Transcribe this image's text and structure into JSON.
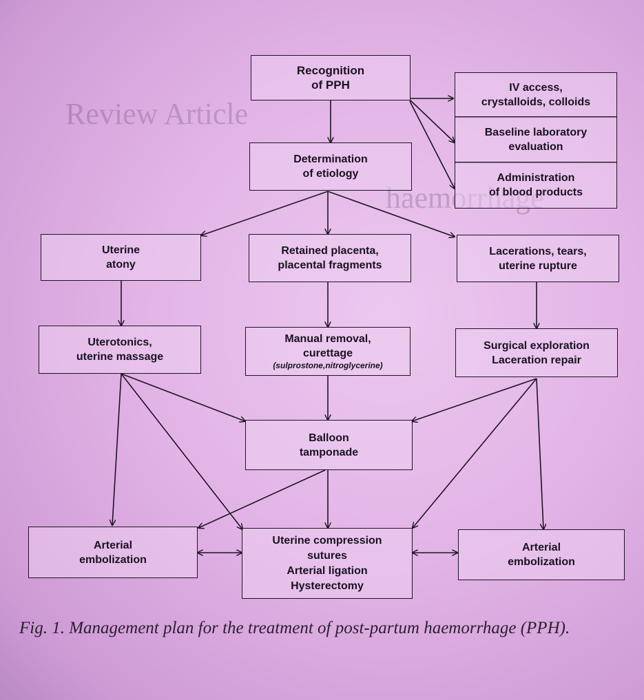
{
  "boxes": {
    "recognition": [
      "Recognition",
      "of PPH"
    ],
    "iv_access": [
      "IV access,",
      "crystalloids, colloids"
    ],
    "baseline_lab": [
      "Baseline laboratory",
      "evaluation"
    ],
    "blood_products": [
      "Administration",
      "of blood products"
    ],
    "determination": [
      "Determination",
      "of etiology"
    ],
    "uterine_atony": [
      "Uterine",
      "atony"
    ],
    "retained_placenta": [
      "Retained placenta,",
      "placental fragments"
    ],
    "lacerations": [
      "Lacerations, tears,",
      "uterine rupture"
    ],
    "uterotonics": [
      "Uterotonics,",
      "uterine massage"
    ],
    "manual_removal": [
      "Manual removal,",
      "curettage"
    ],
    "manual_removal_note": "(sulprostone,nitroglycerine)",
    "surgical": [
      "Surgical exploration",
      "Laceration repair"
    ],
    "balloon": [
      "Balloon",
      "tamponade"
    ],
    "embolization_left": [
      "Arterial",
      "embolization"
    ],
    "compression": [
      "Uterine compression",
      "sutures",
      "Arterial ligation",
      "Hysterectomy"
    ],
    "embolization_right": [
      "Arterial",
      "embolization"
    ]
  },
  "caption": "Fig. 1. Management plan for the treatment of post-partum haemorrhage (PPH).",
  "colors": {
    "ink": "#1e1422",
    "background": "#e2b4e6",
    "caption": "#2a1f2e"
  }
}
